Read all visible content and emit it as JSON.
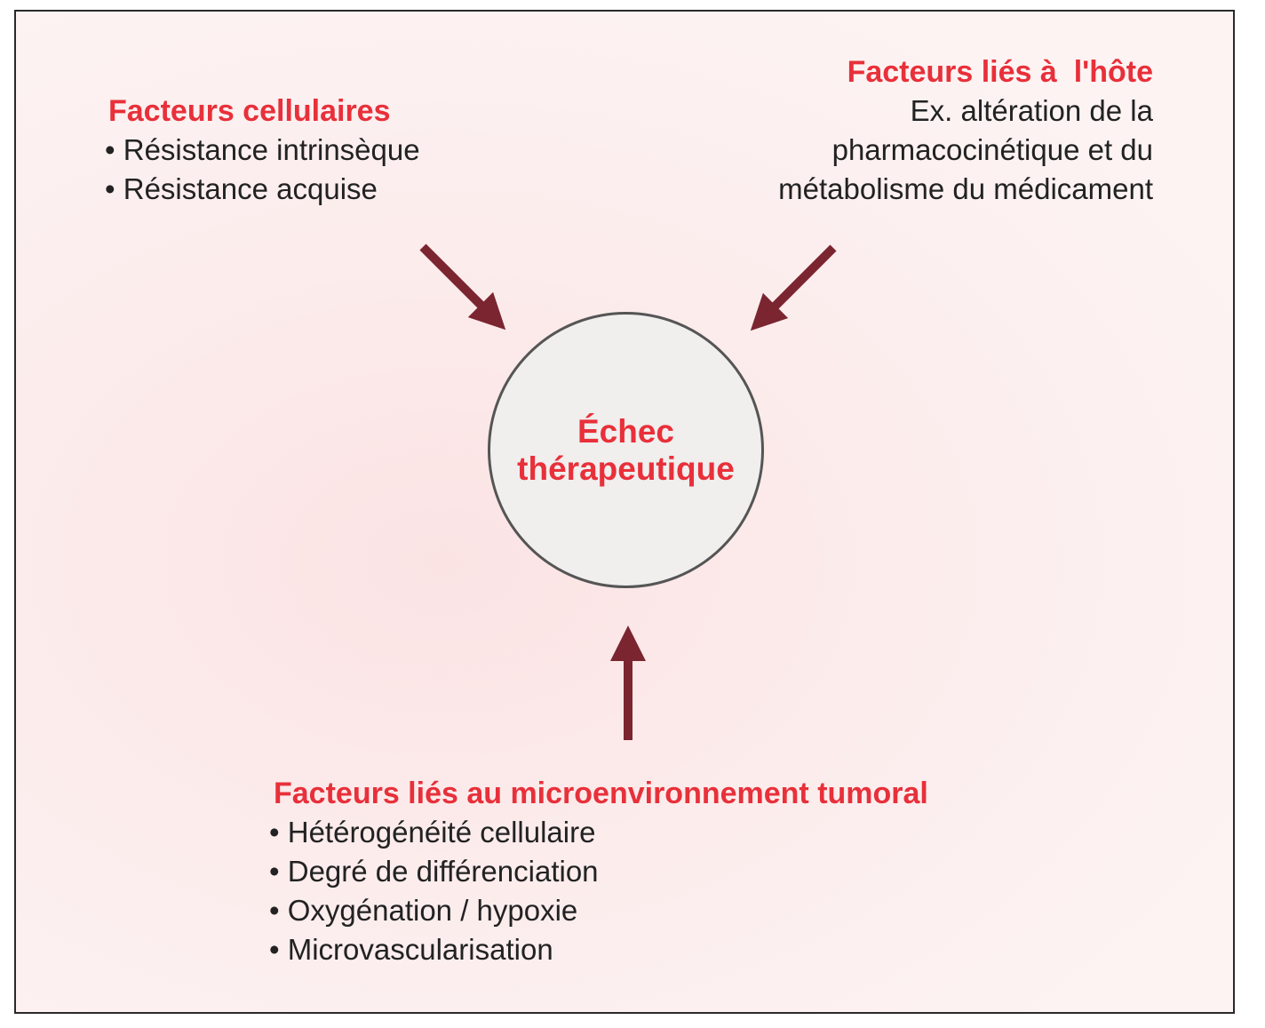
{
  "center": {
    "line1": "Échec",
    "line2": "thérapeutique"
  },
  "cellular": {
    "title": "Facteurs cellulaires",
    "items": [
      "Résistance intrinsèque",
      "Résistance acquise"
    ]
  },
  "host": {
    "title": "Facteurs liés à  l'hôte",
    "lines": [
      "Ex. altération de la",
      "pharmacocinétique et du",
      "métabolisme du médicament"
    ]
  },
  "microenvironment": {
    "title": "Facteurs liés au microenvironnement tumoral",
    "items": [
      "Hétérogénéité cellulaire",
      "Degré de différenciation",
      "Oxygénation / hypoxie",
      "Microvascularisation"
    ]
  },
  "colors": {
    "heading": "#e8303a",
    "arrow": "#7a2530",
    "circle_border": "#555555",
    "background": "#fdf0f0"
  }
}
